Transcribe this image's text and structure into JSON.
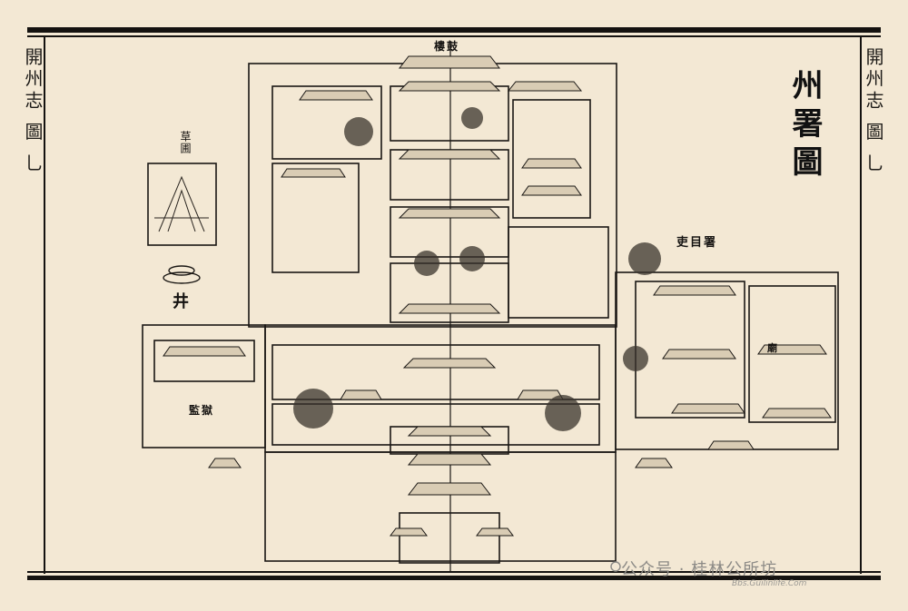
{
  "margin_left": {
    "text": "開州志 圖 乚"
  },
  "margin_right": {
    "text": "開州志 圖 乚"
  },
  "title": "州署圖",
  "labels": {
    "grass_garden": "草圃",
    "well": "井",
    "drum_tower": "樓鼓",
    "prison": "監獄",
    "official_office": "吏目署",
    "temple": "廟"
  },
  "watermark": {
    "text": "公众号 · 桂林公所坊",
    "sub": "Bbs.Guilinlife.Com"
  },
  "colors": {
    "paper": "#f3e8d4",
    "ink": "#141210"
  }
}
